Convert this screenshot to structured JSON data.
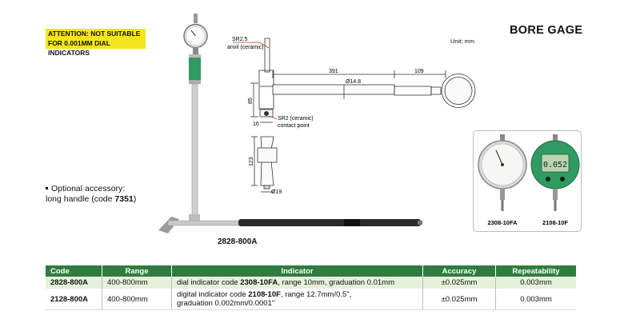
{
  "attention": {
    "line1": "ATTENTION: NOT SUITABLE",
    "line2": "FOR 0.001MM DIAL INDICATORS"
  },
  "title": "BORE GAGE",
  "unit": "Unit: mm",
  "accessory": {
    "line1": "Optional accessory:",
    "line2_prefix": "long handle (code ",
    "line2_code": "7351",
    "line2_suffix": ")"
  },
  "model_label": "2828-800A",
  "diagram": {
    "sr25": "SR2.5",
    "anvil": "anvil (ceramic)",
    "dim_391": "391",
    "dim_109": "109",
    "dia_148": "Ø14.8",
    "dim_85": "85",
    "dim_16": "16",
    "sr2": "SR2 (ceramic)",
    "contact": "contact point",
    "dim_123": "123",
    "dia_19": "Ø19"
  },
  "photos": {
    "left_label": "2308-10FA",
    "right_label": "2108-10F",
    "digital_reading": "0.052"
  },
  "table": {
    "headers": [
      "Code",
      "Range",
      "Indicator",
      "Accuracy",
      "Repeatability"
    ],
    "rows": [
      {
        "code": "2828-800A",
        "range": "400-800mm",
        "ind_prefix": "dial indicator code ",
        "ind_code": "2308-10FA",
        "ind_suffix": ", range 10mm, graduation 0.01mm",
        "ind_line2": "",
        "accuracy": "±0.025mm",
        "repeatability": "0.003mm"
      },
      {
        "code": "2128-800A",
        "range": "400-800mm",
        "ind_prefix": "digital indicator code ",
        "ind_code": "2108-10F",
        "ind_suffix": ", range 12.7mm/0.5\",",
        "ind_line2": "graduation 0.002mm/0.0001\"",
        "accuracy": "±0.025mm",
        "repeatability": "0.003mm"
      }
    ]
  },
  "colors": {
    "header_green": "#2e7d3f",
    "row_tint": "#e6f1dc",
    "attention_yellow": "#f5e51c",
    "gauge_green": "#2f9a62",
    "dim_red": "#c0392b"
  }
}
